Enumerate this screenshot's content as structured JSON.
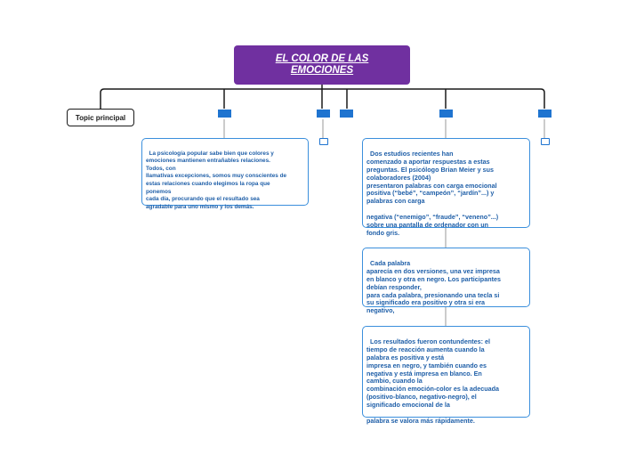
{
  "root": {
    "title": "EL COLOR DE LAS EMOCIONES"
  },
  "topic": {
    "label": "Topic principal"
  },
  "notes": {
    "left": "La psicología popular sabe bien que colores y\nemociones mantienen entrañables relaciones.\nTodos, con\nllamativas excepciones, somos muy conscientes de\nestas relaciones cuando elegimos la ropa que\nponemos\ncada día, procurando que el resultado sea\nagradable para uno mismo y los demás.",
    "right1": "Dos estudios recientes han\ncomenzado a aportar respuestas a estas\npreguntas. El psicólogo Brian Meier y sus\ncolaboradores (2004)\npresentaron palabras con carga emocional\npositiva (“bebé”, “campeón”, “jardín”...) y\npalabras con carga\n\nnegativa (“enemigo”, “fraude”, “veneno”...)\nsobre una pantalla de ordenador con un\nfondo gris.",
    "right2": "Cada palabra\naparecía en dos versiones, una vez impresa\nen blanco y otra en negro. Los participantes\ndebían responder,\npara cada palabra, presionando una tecla si\nsu significado era positivo y otra si era\nnegativo,",
    "right3": "Los resultados fueron contundentes: el\ntiempo de reacción aumenta cuando la\npalabra es positiva y está\nimpresa en negro, y también cuando es\nnegativa y está impresa en blanco. En\ncambio, cuando la\ncombinación emoción-color es la adecuada\n(positivo-blanco, negativo-negro), el\nsignificado emocional de la\n\npalabra se valora más rápidamente."
  },
  "colors": {
    "root": "#7030a0",
    "accent": "#1f74d0",
    "text": "#1f5fa8"
  }
}
